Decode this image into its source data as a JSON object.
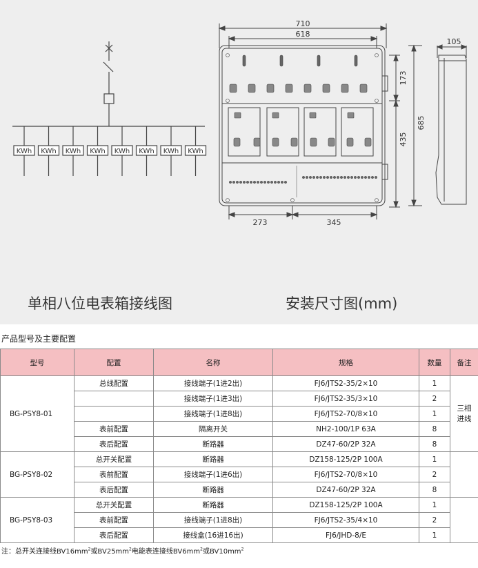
{
  "captions": {
    "left": "单相八位电表箱接线图",
    "right": "安装尺寸图(mm)"
  },
  "wiring": {
    "meter_label": "KWh"
  },
  "dimensions": {
    "top_outer": "710",
    "top_inner": "618",
    "depth": "105",
    "right_upper": "173",
    "right_lower": "435",
    "height": "685",
    "bottom_left": "273",
    "bottom_right": "345"
  },
  "section_title": "产品型号及主要配置",
  "table": {
    "headers": [
      "型号",
      "配置",
      "名称",
      "规格",
      "数量",
      "备注"
    ],
    "groups": [
      {
        "model": "BG-PSY8-01",
        "remark": "三相进线",
        "rows": [
          {
            "config": "总线配置",
            "name": "接线端子(1进2出)",
            "spec": "FJ6/JTS2-35/2×10",
            "qty": "1"
          },
          {
            "config": "",
            "name": "接线端子(1进3出)",
            "spec": "FJ6/JTS2-35/3×10",
            "qty": "2"
          },
          {
            "config": "",
            "name": "接线端子(1进8出)",
            "spec": "FJ6/JTS2-70/8×10",
            "qty": "1"
          },
          {
            "config": "表前配置",
            "name": "隔离开关",
            "spec": "NH2-100/1P  63A",
            "qty": "8"
          },
          {
            "config": "表后配置",
            "name": "断路器",
            "spec": "DZ47-60/2P  32A",
            "qty": "8"
          }
        ]
      },
      {
        "model": "BG-PSY8-02",
        "remark": "",
        "rows": [
          {
            "config": "总开关配置",
            "name": "断路器",
            "spec": "DZ158-125/2P  100A",
            "qty": "1"
          },
          {
            "config": "表前配置",
            "name": "接线端子(1进6出)",
            "spec": "FJ6/JTS2-70/8×10",
            "qty": "2"
          },
          {
            "config": "表后配置",
            "name": "断路器",
            "spec": "DZ47-60/2P  32A",
            "qty": "8"
          }
        ]
      },
      {
        "model": "BG-PSY8-03",
        "remark": "",
        "rows": [
          {
            "config": "总开关配置",
            "name": "断路器",
            "spec": "DZ158-125/2P  100A",
            "qty": "1"
          },
          {
            "config": "表前配置",
            "name": "接线端子(1进8出)",
            "spec": "FJ6/JTS2-35/4×10",
            "qty": "2"
          },
          {
            "config": "表后配置",
            "name": "接线盒(16进16出)",
            "spec": "FJ6/JHD-8/E",
            "qty": "1"
          }
        ]
      }
    ]
  },
  "note": {
    "prefix": "注：总开关连接线BV16mm",
    "mid1": "或BV25mm",
    "mid2": "电能表连接线BV6mm",
    "mid3": "或BV10mm",
    "sup": "2"
  }
}
